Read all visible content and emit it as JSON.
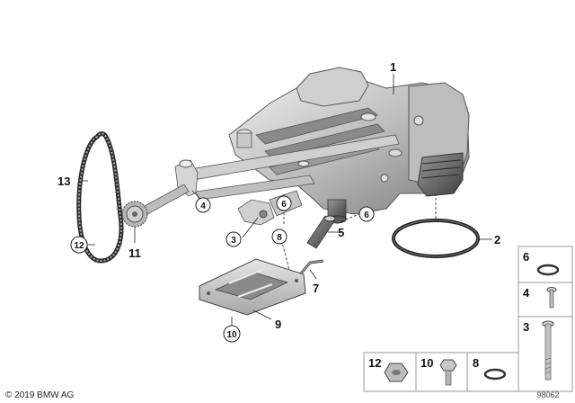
{
  "copyright": "© 2019 BMW AG",
  "diagram_id": "98062",
  "callouts": {
    "c1": "1",
    "c2": "2",
    "c3": "3",
    "c4": "4",
    "c5": "5",
    "c6a": "6",
    "c6b": "6",
    "c7": "7",
    "c8": "8",
    "c9": "9",
    "c10": "10",
    "c11": "11",
    "c12": "12",
    "c13": "13"
  },
  "legend": {
    "box6": "6",
    "box4": "4",
    "box3": "3",
    "box12": "12",
    "box10": "10",
    "box8": "8"
  },
  "colors": {
    "part_light": "#d6d6d6",
    "part_mid": "#a9a9a9",
    "part_dark": "#6e6e6e",
    "frame": "#9a9a9a"
  }
}
